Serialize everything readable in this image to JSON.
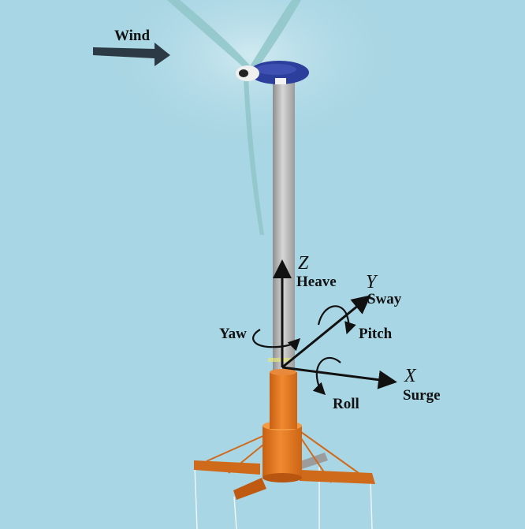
{
  "labels": {
    "wind": "Wind",
    "z_axis": "Z",
    "heave": "Heave",
    "y_axis": "Y",
    "sway": "Sway",
    "pitch": "Pitch",
    "yaw": "Yaw",
    "x_axis": "X",
    "surge": "Surge",
    "roll": "Roll"
  },
  "colors": {
    "sky": "#a9d6e4",
    "tower": "#b9b9b9",
    "hub": "#2d3f9c",
    "platform": "#e57b25",
    "blade": "#8fc6c8"
  }
}
